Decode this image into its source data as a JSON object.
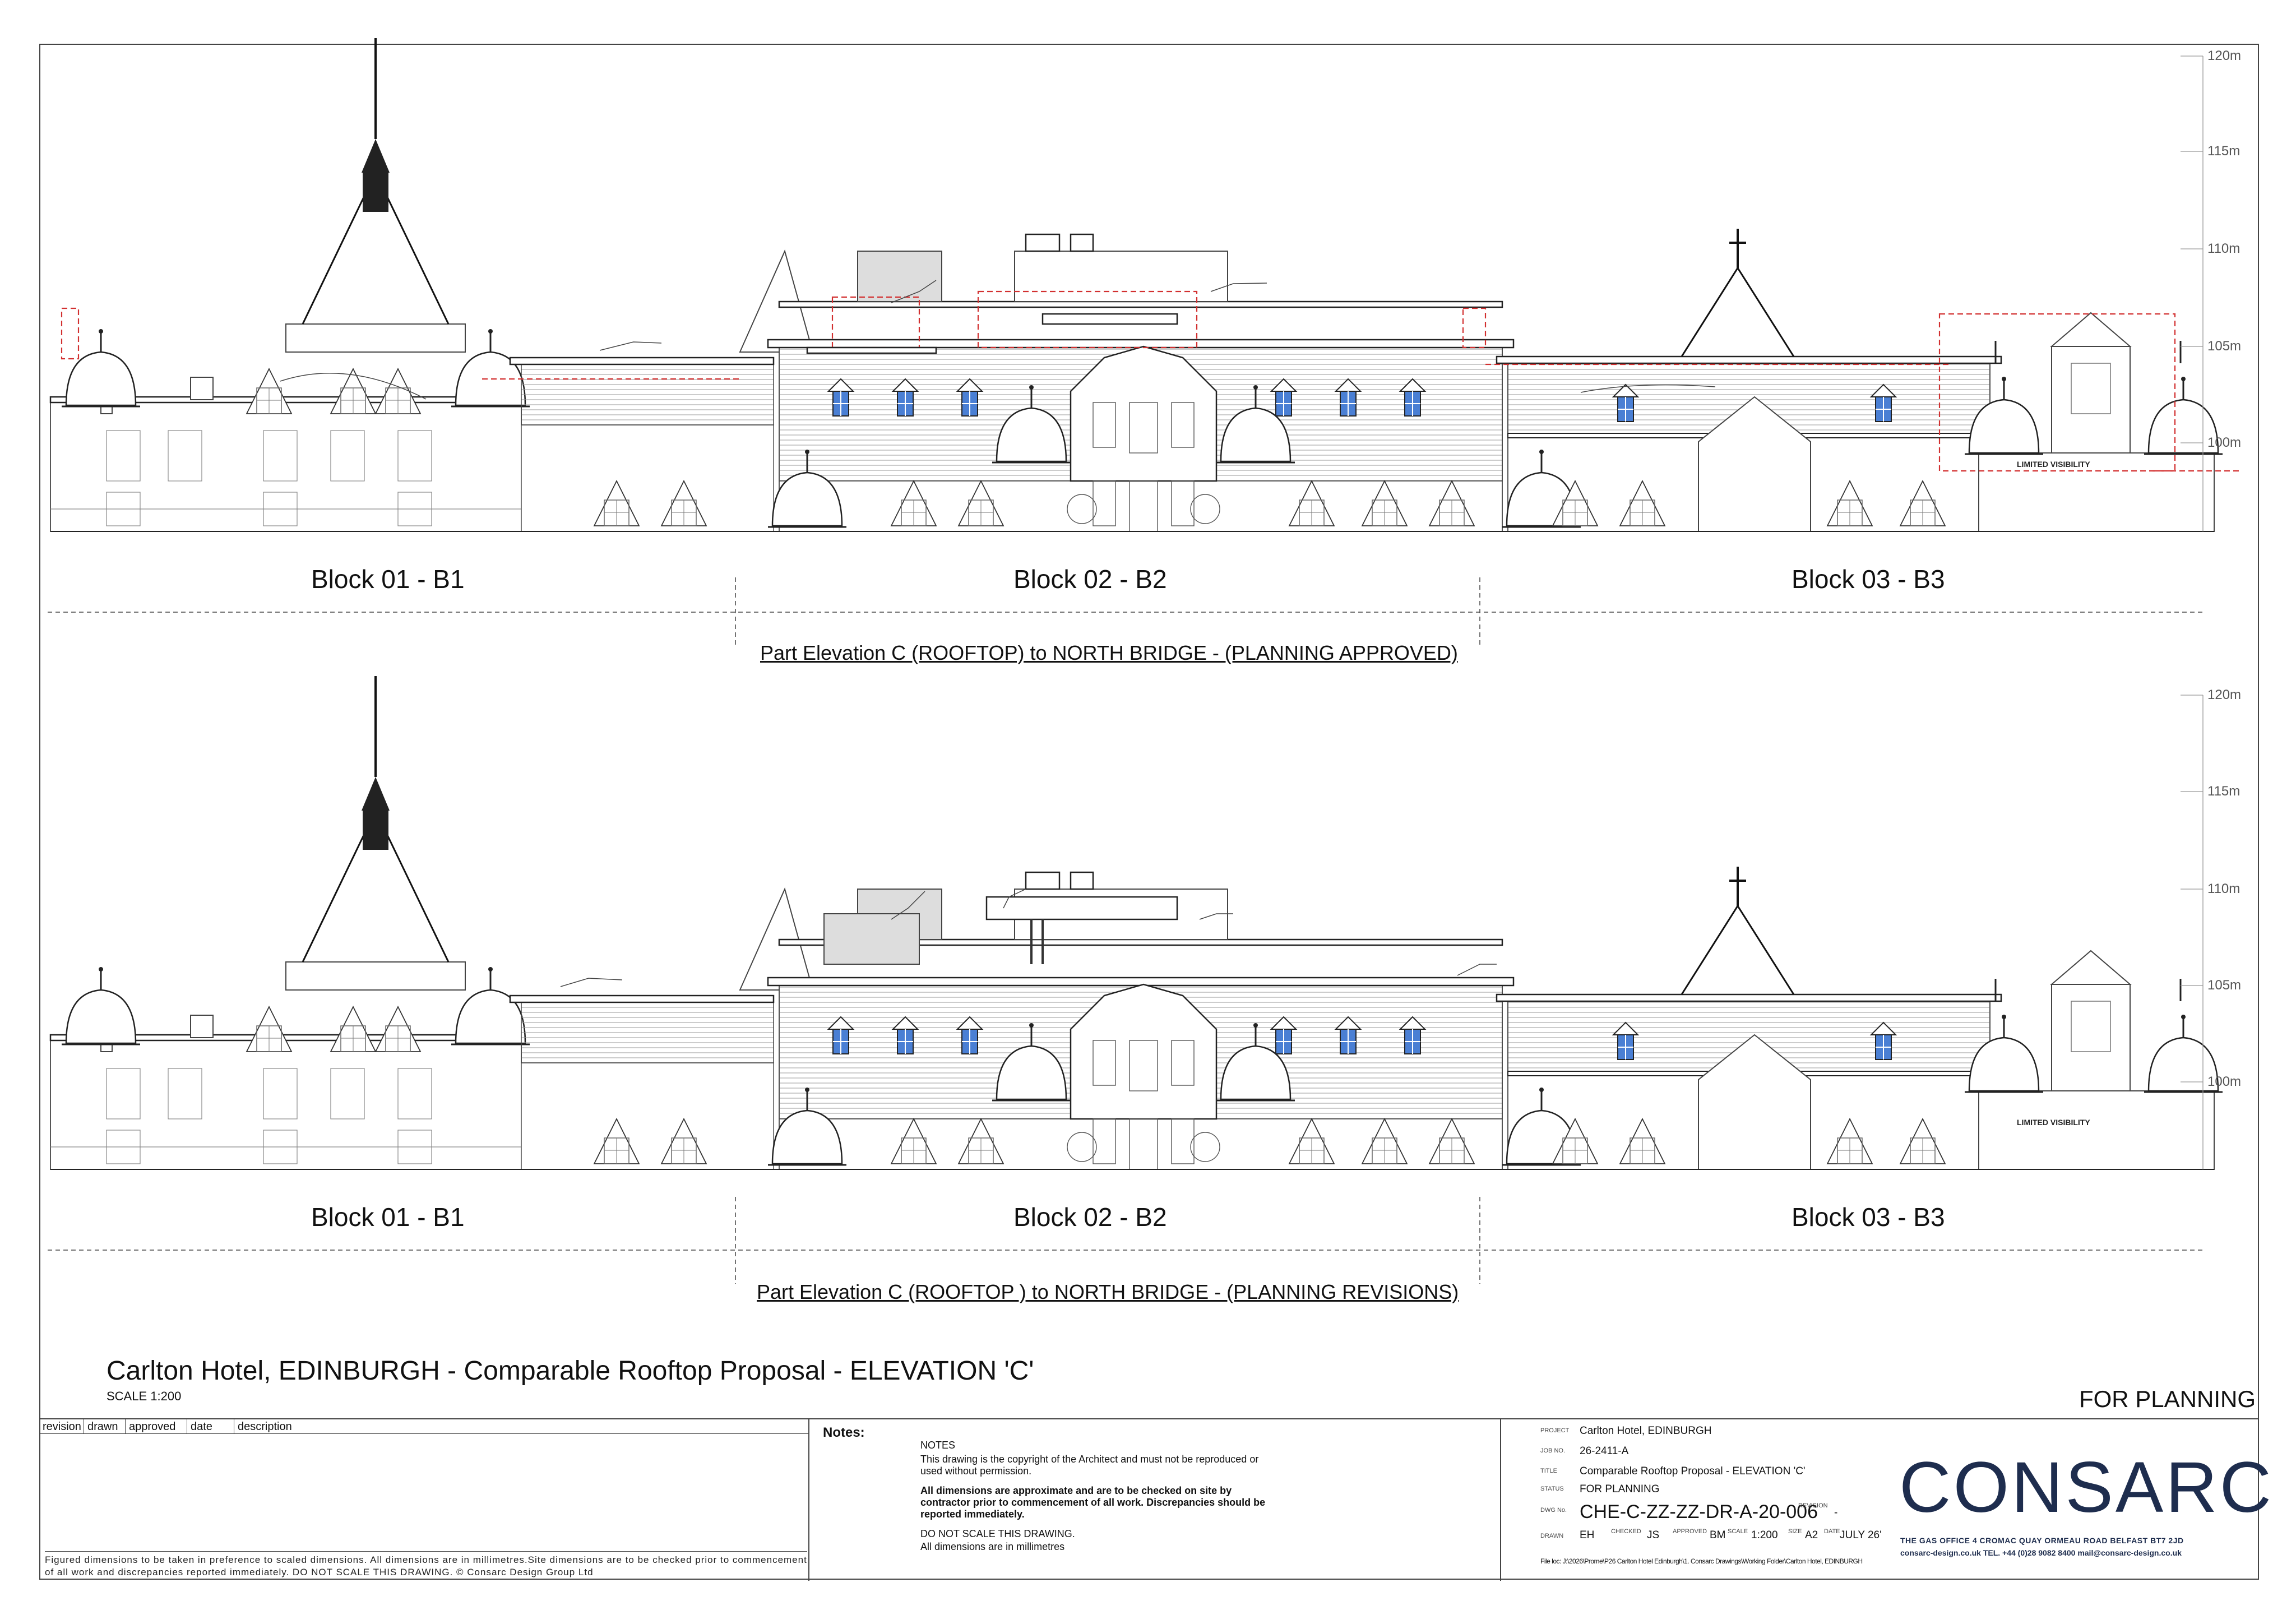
{
  "level_scale": [
    "120m",
    "115m",
    "110m",
    "105m",
    "100m"
  ],
  "elevation_top": {
    "blocks": [
      "Block 01 - B1",
      "Block 02 - B2",
      "Block 03 - B3"
    ],
    "title": "Part Elevation C (ROOFTOP) to NORTH BRIDGE - (PLANNING APPROVED)",
    "visibility_tag": "LIMITED VISIBILITY"
  },
  "elevation_bottom": {
    "blocks": [
      "Block 01 - B1",
      "Block 02 - B2",
      "Block 03 - B3"
    ],
    "title": "Part Elevation C (ROOFTOP ) to NORTH BRIDGE - (PLANNING REVISIONS)",
    "visibility_tag": "LIMITED VISIBILITY"
  },
  "sheet": {
    "title": "Carlton Hotel, EDINBURGH - Comparable Rooftop Proposal - ELEVATION 'C'",
    "scale": "SCALE 1:200",
    "stage": "FOR PLANNING"
  },
  "revision_table": {
    "headers": [
      "revision",
      "drawn",
      "approved",
      "date",
      "description"
    ],
    "footer": "Figured dimensions to be taken in preference to scaled dimensions.  All dimensions are in millimetres.Site dimensions are to be checked prior to commencement of all work and discrepancies reported immediately. DO NOT SCALE THIS DRAWING. © Consarc Design Group Ltd"
  },
  "notes": {
    "heading": "Notes:",
    "title": "NOTES",
    "copyright": "This drawing is the copyright of the Architect and must not be reproduced or used without permission.",
    "dimensions_bold": "All dimensions are approximate and are to be checked on site by contractor prior to commencement of all work. Discrepancies should be reported immediately.",
    "scale_note": "DO NOT SCALE THIS DRAWING.",
    "units_note": "All dimensions are in millimetres"
  },
  "title_block": {
    "project_key": "PROJECT",
    "project": "Carlton Hotel, EDINBURGH",
    "job_key": "JOB NO.",
    "job": "26-2411-A",
    "title_key": "TITLE",
    "title": "Comparable Rooftop Proposal - ELEVATION 'C'",
    "status_key": "STATUS",
    "status": "FOR PLANNING",
    "dwg_key": "DWG No.",
    "dwg": "CHE-C-ZZ-ZZ-DR-A-20-006",
    "revision_key": "REVISION",
    "revision": "-",
    "drawn_key": "DRAWN",
    "drawn": "EH",
    "checked_key": "CHECKED",
    "checked": "JS",
    "approved_key": "APPROVED",
    "approved": "BM",
    "scale_key": "SCALE",
    "scale": "1:200",
    "size_key": "SIZE",
    "size": "A2",
    "date_key": "DATE",
    "date": "JULY 26'",
    "file_location": "File loc: J:\\2026\\Prome\\P26 Carlton Hotel Edinburgh\\1. Consarc Drawings\\Working Folder\\Carlton Hotel, EDINBURGH"
  },
  "company": {
    "logo": "CONSARC",
    "address": "THE GAS OFFICE    4 CROMAC QUAY    ORMEAU ROAD  BELFAST  BT7 2JD",
    "contact": "consarc-design.co.uk   TEL. +44 (0)28 9082 8400  mail@consarc-design.co.uk"
  },
  "colors": {
    "glazing": "#4a7fd4",
    "redline": "#d23030",
    "ink": "#222222"
  }
}
